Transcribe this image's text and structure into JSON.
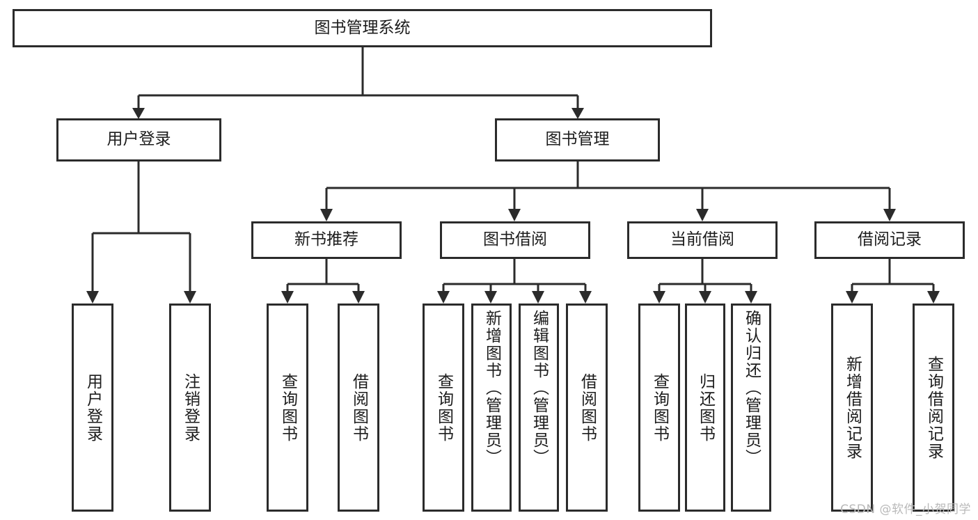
{
  "diagram": {
    "type": "tree-hierarchy",
    "title": "图书管理系统",
    "root": {
      "id": "root",
      "label": "图书管理系统"
    },
    "level2": [
      {
        "id": "user-login",
        "label": "用户登录"
      },
      {
        "id": "book-manage",
        "label": "图书管理"
      }
    ],
    "level3": [
      {
        "id": "new-book-recommend",
        "label": "新书推荐",
        "parent": "book-manage"
      },
      {
        "id": "book-borrow",
        "label": "图书借阅",
        "parent": "book-manage"
      },
      {
        "id": "current-borrow",
        "label": "当前借阅",
        "parent": "book-manage"
      },
      {
        "id": "borrow-record",
        "label": "借阅记录",
        "parent": "book-manage"
      }
    ],
    "leaves": {
      "user_login": [
        {
          "id": "leaf-user-login",
          "label": "用户登录"
        },
        {
          "id": "leaf-logout-login",
          "label": "注销登录"
        }
      ],
      "new_book_recommend": [
        {
          "id": "leaf-query-book-1",
          "label": "查询图书"
        },
        {
          "id": "leaf-borrow-book-1",
          "label": "借阅图书"
        }
      ],
      "book_borrow": [
        {
          "id": "leaf-query-book-2",
          "label": "查询图书"
        },
        {
          "id": "leaf-add-book",
          "label": "新增图书（管理员）"
        },
        {
          "id": "leaf-edit-book",
          "label": "编辑图书（管理员）"
        },
        {
          "id": "leaf-borrow-book-2",
          "label": "借阅图书"
        }
      ],
      "current_borrow": [
        {
          "id": "leaf-query-book-3",
          "label": "查询图书"
        },
        {
          "id": "leaf-return-book",
          "label": "归还图书"
        },
        {
          "id": "leaf-confirm-return",
          "label": "确认归还（管理员）"
        }
      ],
      "borrow_record": [
        {
          "id": "leaf-add-record",
          "label": "新增借阅记录"
        },
        {
          "id": "leaf-query-record",
          "label": "查询借阅记录"
        }
      ]
    }
  },
  "watermark": {
    "text": "CSDN @软件_小贺同学"
  },
  "colors": {
    "stroke": "#2b2b2b",
    "box_fill": "#ffffff",
    "text": "#1c1c1c",
    "watermark": "#b9b9b9",
    "background": "#ffffff"
  }
}
